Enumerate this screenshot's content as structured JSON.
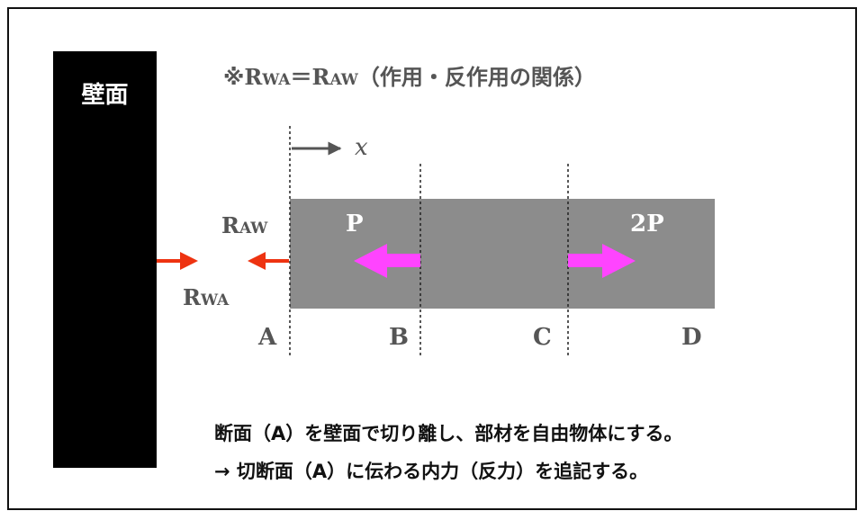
{
  "wall": {
    "label": "壁面",
    "color": "#000000"
  },
  "relation": {
    "prefix": "※",
    "r1_main": "R",
    "r1_sub": "WA",
    "equals": "＝",
    "r2_main": "R",
    "r2_sub": "AW",
    "suffix": "（作用・反作用の関係）"
  },
  "axis": {
    "label": "x"
  },
  "forces": {
    "raw_main": "R",
    "raw_sub": "AW",
    "rwa_main": "R",
    "rwa_sub": "WA",
    "load_b": "P",
    "load_d": "2P"
  },
  "points": [
    "A",
    "B",
    "C",
    "D"
  ],
  "notes": {
    "line1": "断面（A）を壁面で切り離し、部材を自由物体にする。",
    "line2": "→ 切断面（A）に伝わる内力（反力）を追記する。"
  },
  "colors": {
    "bar": "#8c8c8c",
    "reaction": "#ee3311",
    "load": "#ff44ff",
    "text": "#555555"
  }
}
